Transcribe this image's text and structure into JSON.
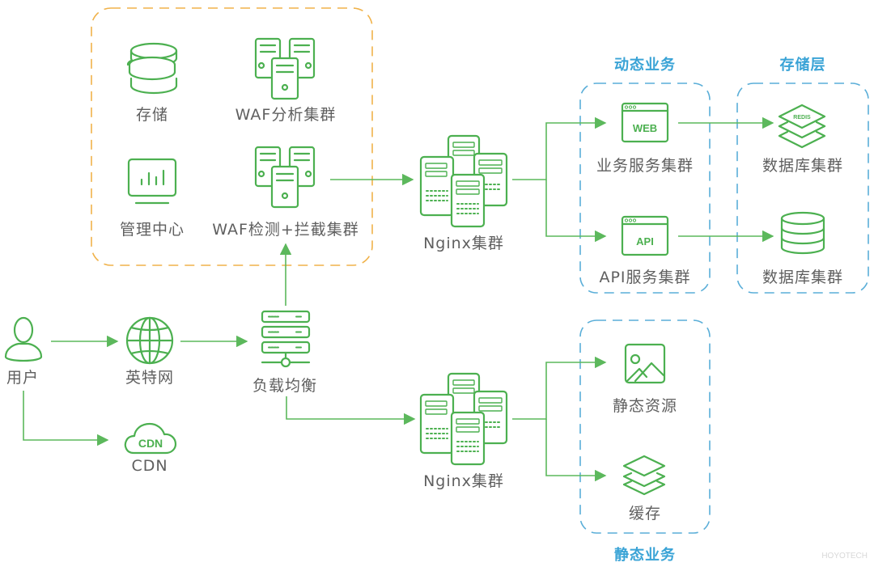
{
  "colors": {
    "icon_green": "#4cb050",
    "line_green": "#5cb85c",
    "waf_group_border": "#f0b24a",
    "service_group_border": "#5aaed8",
    "group_title": "#3aa3d6",
    "label_gray": "#5f5f5f"
  },
  "groups": {
    "waf_zone": {
      "title": ""
    },
    "dynamic": {
      "title": "动态业务"
    },
    "storage": {
      "title": "存储层"
    },
    "static": {
      "title": "静态业务"
    }
  },
  "nodes": {
    "storage": {
      "label": "存储",
      "icon": "coin-stack-icon"
    },
    "waf_analysis": {
      "label": "WAF分析集群",
      "icon": "server-cluster-icon"
    },
    "mgmt_center": {
      "label": "管理中心",
      "icon": "monitor-chart-icon"
    },
    "waf_detect": {
      "label": "WAF检测+拦截集群",
      "icon": "server-cluster-icon"
    },
    "nginx_top": {
      "label": "Nginx集群",
      "icon": "rack-cluster-icon"
    },
    "nginx_bottom": {
      "label": "Nginx集群",
      "icon": "rack-cluster-icon"
    },
    "web_service": {
      "label": "业务服务集群",
      "icon": "browser-window-icon",
      "badge": "WEB"
    },
    "api_service": {
      "label": "API服务集群",
      "icon": "browser-window-icon",
      "badge": "API"
    },
    "redis_db": {
      "label": "数据库集群",
      "icon": "layers-icon",
      "badge": "REDIS"
    },
    "sql_db": {
      "label": "数据库集群",
      "icon": "database-icon"
    },
    "user": {
      "label": "用户",
      "icon": "user-icon"
    },
    "internet": {
      "label": "英特网",
      "icon": "globe-icon"
    },
    "load_balancer": {
      "label": "负载均衡",
      "icon": "load-balancer-icon"
    },
    "cdn": {
      "label": "CDN",
      "icon": "cloud-icon",
      "badge": "CDN"
    },
    "static_res": {
      "label": "静态资源",
      "icon": "image-icon"
    },
    "cache": {
      "label": "缓存",
      "icon": "layers-icon"
    }
  },
  "edges": [
    {
      "from": "user",
      "to": "internet"
    },
    {
      "from": "user",
      "to": "cdn"
    },
    {
      "from": "internet",
      "to": "load_balancer"
    },
    {
      "from": "load_balancer",
      "to": "waf_detect"
    },
    {
      "from": "waf_detect",
      "to": "nginx_top"
    },
    {
      "from": "load_balancer",
      "to": "nginx_bottom"
    },
    {
      "from": "nginx_top",
      "to": "web_service"
    },
    {
      "from": "nginx_top",
      "to": "api_service"
    },
    {
      "from": "web_service",
      "to": "redis_db"
    },
    {
      "from": "api_service",
      "to": "sql_db"
    },
    {
      "from": "nginx_bottom",
      "to": "static_res"
    },
    {
      "from": "nginx_bottom",
      "to": "cache"
    }
  ],
  "watermark": "HOYOTECH"
}
